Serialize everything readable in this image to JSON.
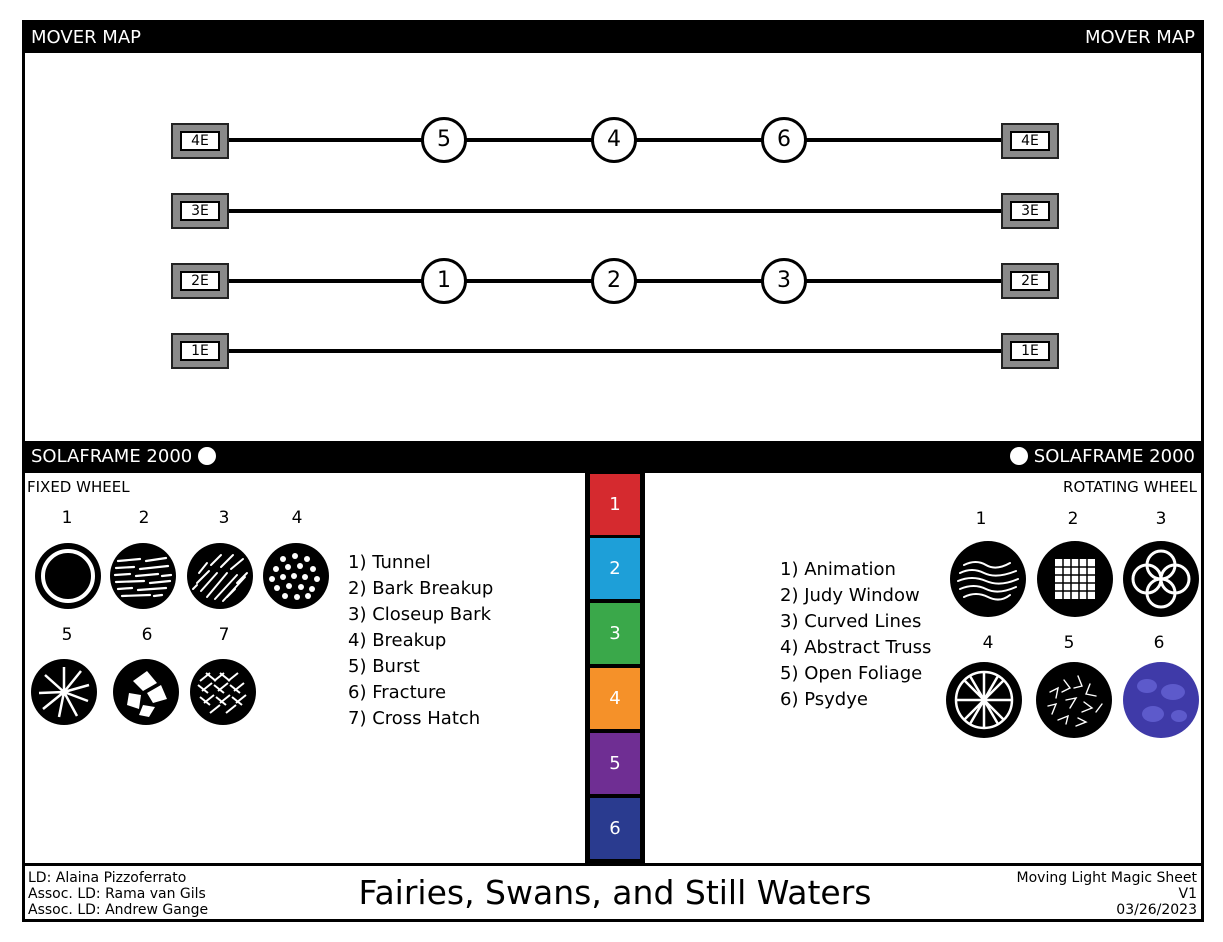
{
  "header": {
    "left_title": "MOVER MAP",
    "right_title": "MOVER MAP"
  },
  "mover_map": {
    "pipes": [
      {
        "label": "4E",
        "units": [
          "5",
          "4",
          "6"
        ]
      },
      {
        "label": "3E",
        "units": []
      },
      {
        "label": "2E",
        "units": [
          "1",
          "2",
          "3"
        ]
      },
      {
        "label": "1E",
        "units": []
      }
    ]
  },
  "fixture": {
    "left_title": "SOLAFRAME 2000",
    "right_title": "SOLAFRAME 2000"
  },
  "fixed_wheel": {
    "title": "FIXED WHEEL",
    "slots": [
      "1",
      "2",
      "3",
      "4",
      "5",
      "6",
      "7"
    ],
    "legend": [
      "1) Tunnel",
      "2) Bark Breakup",
      "3) Closeup Bark",
      "4) Breakup",
      "5) Burst",
      "6) Fracture",
      "7) Cross Hatch"
    ]
  },
  "rotating_wheel": {
    "title": "ROTATING WHEEL",
    "slots": [
      "1",
      "2",
      "3",
      "4",
      "5",
      "6"
    ],
    "legend": [
      "1) Animation",
      "2) Judy Window",
      "3) Curved Lines",
      "4) Abstract Truss",
      "5) Open Foliage",
      "6) Psydye"
    ]
  },
  "color_wheel": {
    "slots": [
      {
        "label": "1",
        "color": "#d52a2f"
      },
      {
        "label": "2",
        "color": "#1e9fd8"
      },
      {
        "label": "3",
        "color": "#3aa84a"
      },
      {
        "label": "4",
        "color": "#f59129"
      },
      {
        "label": "5",
        "color": "#6f2e93"
      },
      {
        "label": "6",
        "color": "#2a3b8f"
      }
    ]
  },
  "footer": {
    "credits": [
      "LD: Alaina Pizzoferrato",
      "Assoc. LD: Rama van Gils",
      "Assoc. LD: Andrew Gange"
    ],
    "show_title": "Fairies, Swans, and Still Waters",
    "doc_type": "Moving Light Magic Sheet",
    "version": "V1",
    "date": "03/26/2023"
  }
}
